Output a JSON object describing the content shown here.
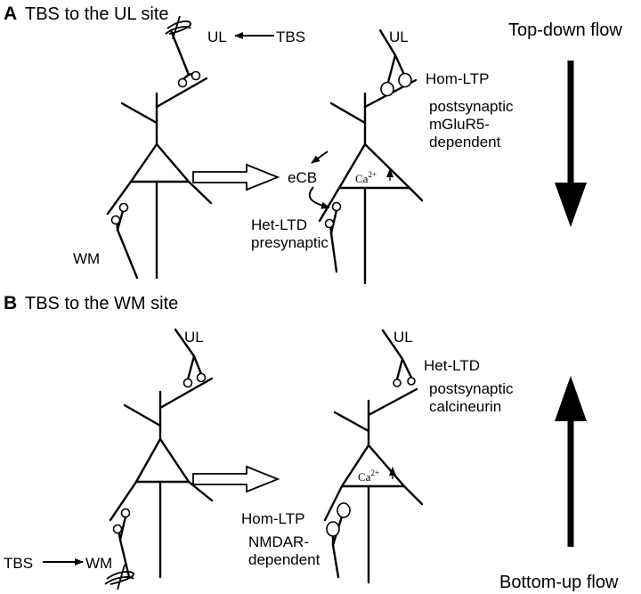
{
  "panel_a": {
    "letter": "A",
    "title": "TBS to the UL site",
    "stim_ul": "UL",
    "stim_tbs": "TBS",
    "wm": "WM",
    "right_ul": "UL",
    "hom_ltp": "Hom-LTP",
    "post1": "postsynaptic",
    "post2": "mGluR5-",
    "post3": "dependent",
    "ecb": "eCB",
    "ca": "Ca",
    "ca_sup": "2+",
    "het_ltd": "Het-LTD",
    "pre": "presynaptic",
    "flow": "Top-down flow"
  },
  "panel_b": {
    "letter": "B",
    "title": "TBS to the WM site",
    "ul": "UL",
    "stim_tbs": "TBS",
    "stim_wm": "WM",
    "right_ul": "UL",
    "het_ltd": "Het-LTD",
    "post1": "postsynaptic",
    "post2": "calcineurin",
    "ca": "Ca",
    "ca_sup": "2+",
    "hom_ltp": "Hom-LTP",
    "nmdar1": "NMDAR-",
    "nmdar2": "dependent",
    "flow": "Bottom-up flow"
  }
}
